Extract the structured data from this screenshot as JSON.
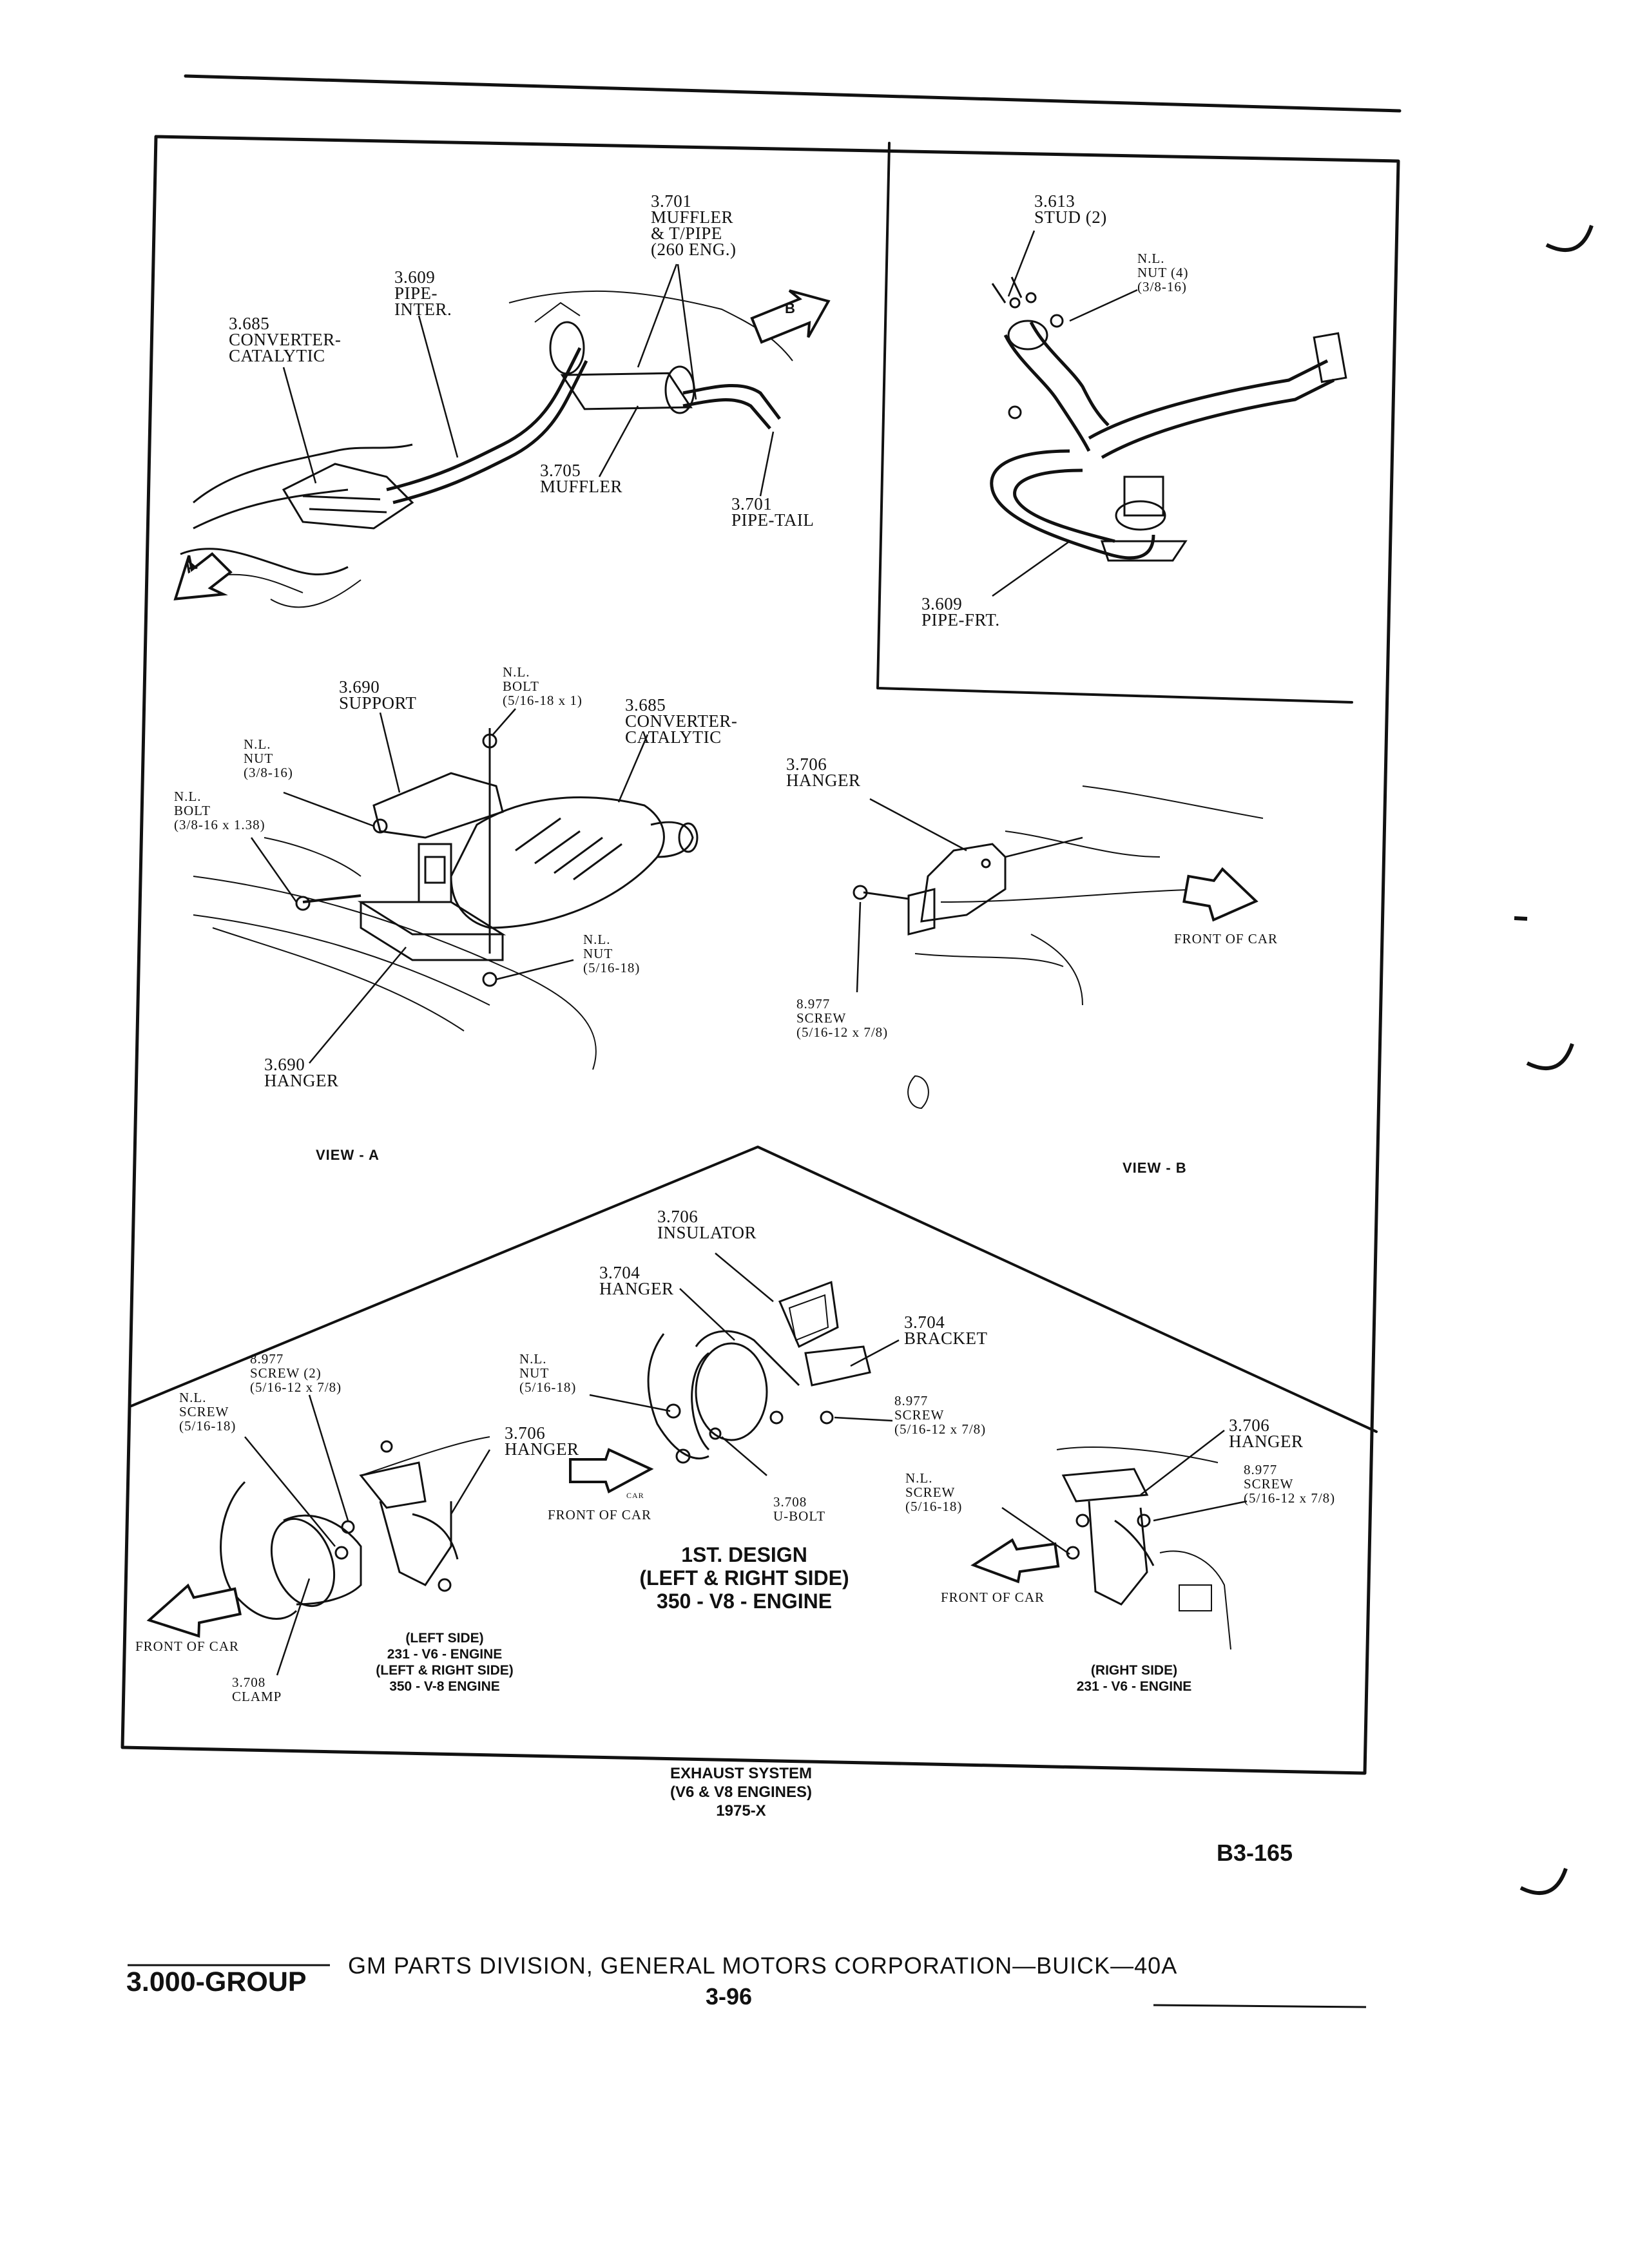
{
  "view_a_header": {
    "muffler_tpipe": "3.701\nMUFFLER\n& T/PIPE\n(260 ENG.)",
    "pipe_inter": "3.609\nPIPE-\nINTER.",
    "converter": "3.685\nCONVERTER-\nCATALYTIC",
    "muffler": "3.705\nMUFFLER",
    "pipe_tail": "3.701\nPIPE-TAIL",
    "arrow_a": "A",
    "arrow_b": "B"
  },
  "view_b_header": {
    "stud": "3.613\nSTUD (2)",
    "nut": "N.L.\nNUT (4)\n(3/8-16)",
    "pipe_frt": "3.609\nPIPE-FRT."
  },
  "view_a": {
    "support": "3.690\nSUPPORT",
    "bolt_top": "N.L.\nBOLT\n(5/16-18 x 1)",
    "converter": "3.685\nCONVERTER-\nCATALYTIC",
    "nut_left": "N.L.\nNUT\n(3/8-16)",
    "bolt_left": "N.L.\nBOLT\n(3/8-16 x 1.38)",
    "nut_bottom": "N.L.\nNUT\n(5/16-18)",
    "hanger": "3.690\nHANGER",
    "title": "VIEW - A"
  },
  "view_b": {
    "hanger": "3.706\nHANGER",
    "front_of_car": "FRONT OF CAR",
    "screw": "8.977\nSCREW\n(5/16-12 x 7/8)",
    "title": "VIEW - B"
  },
  "lower": {
    "insulator": "3.706\nINSULATOR",
    "hanger_top": "3.704\nHANGER",
    "bracket": "3.704\nBRACKET",
    "nut": "N.L.\nNUT\n(5/16-18)",
    "screw_center": "8.977\nSCREW\n(5/16-12 x 7/8)",
    "ubolt": "3.708\nU-BOLT",
    "front_center": "FRONT OF CAR",
    "car_stub": "CAR",
    "design": "1ST. DESIGN\n(LEFT & RIGHT SIDE)\n350 - V8 - ENGINE",
    "screw2_left": "8.977\nSCREW (2)\n(5/16-12 x 7/8)",
    "screw_left": "N.L.\nSCREW\n(5/16-18)",
    "hanger_left": "3.706\nHANGER",
    "front_left": "FRONT OF CAR",
    "clamp": "3.708\nCLAMP",
    "left_caption": "(LEFT SIDE)\n231 - V6 - ENGINE\n(LEFT & RIGHT SIDE)\n350 - V-8 ENGINE",
    "hanger_right": "3.706\nHANGER",
    "screw_right_a": "8.977\nSCREW\n(5/16-12 x 7/8)",
    "screw_right_b": "N.L.\nSCREW\n(5/16-18)",
    "front_right": "FRONT OF CAR",
    "right_caption": "(RIGHT SIDE)\n231 - V6 - ENGINE"
  },
  "caption": {
    "text": "EXHAUST SYSTEM\n(V6 & V8 ENGINES)\n1975-X"
  },
  "page_code": "B3-165",
  "footer": {
    "group": "3.000-GROUP",
    "division": "GM PARTS DIVISION,  GENERAL MOTORS CORPORATION—BUICK—40A",
    "page": "3-96"
  }
}
